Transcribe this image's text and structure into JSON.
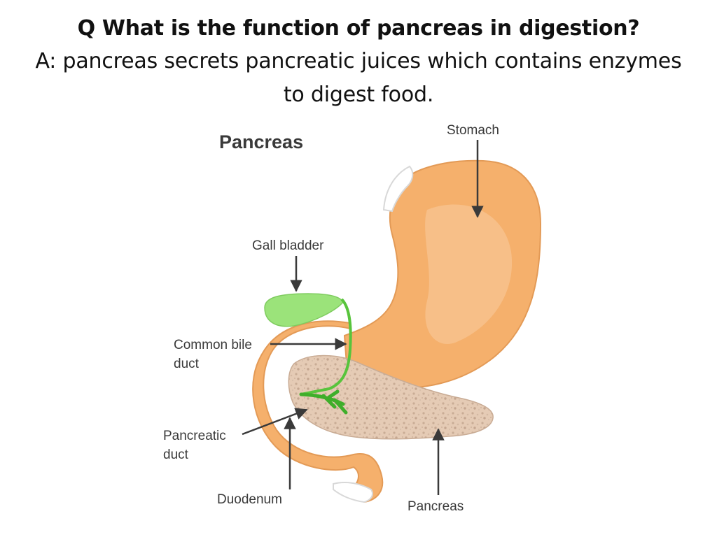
{
  "question": "Q What is the function of pancreas in digestion?",
  "answer": "A: pancreas secrets pancreatic juices which contains enzymes to digest food.",
  "diagram": {
    "title": "Pancreas",
    "labels": {
      "stomach": "Stomach",
      "gall_bladder": "Gall bladder",
      "common_bile_duct_line1": "Common bile",
      "common_bile_duct_line2": "duct",
      "pancreatic_duct_line1": "Pancreatic",
      "pancreatic_duct_line2": "duct",
      "duodenum": "Duodenum",
      "pancreas": "Pancreas"
    },
    "colors": {
      "stomach": "#f5b06c",
      "stomach_highlight": "#f8c694",
      "stomach_outline": "#e39a56",
      "gall_bladder": "#9be37a",
      "bile_duct": "#58c43c",
      "pancreas": "#e5cbb5",
      "pancreas_speckle": "#c9ac95",
      "text": "#3a3a3a"
    }
  }
}
